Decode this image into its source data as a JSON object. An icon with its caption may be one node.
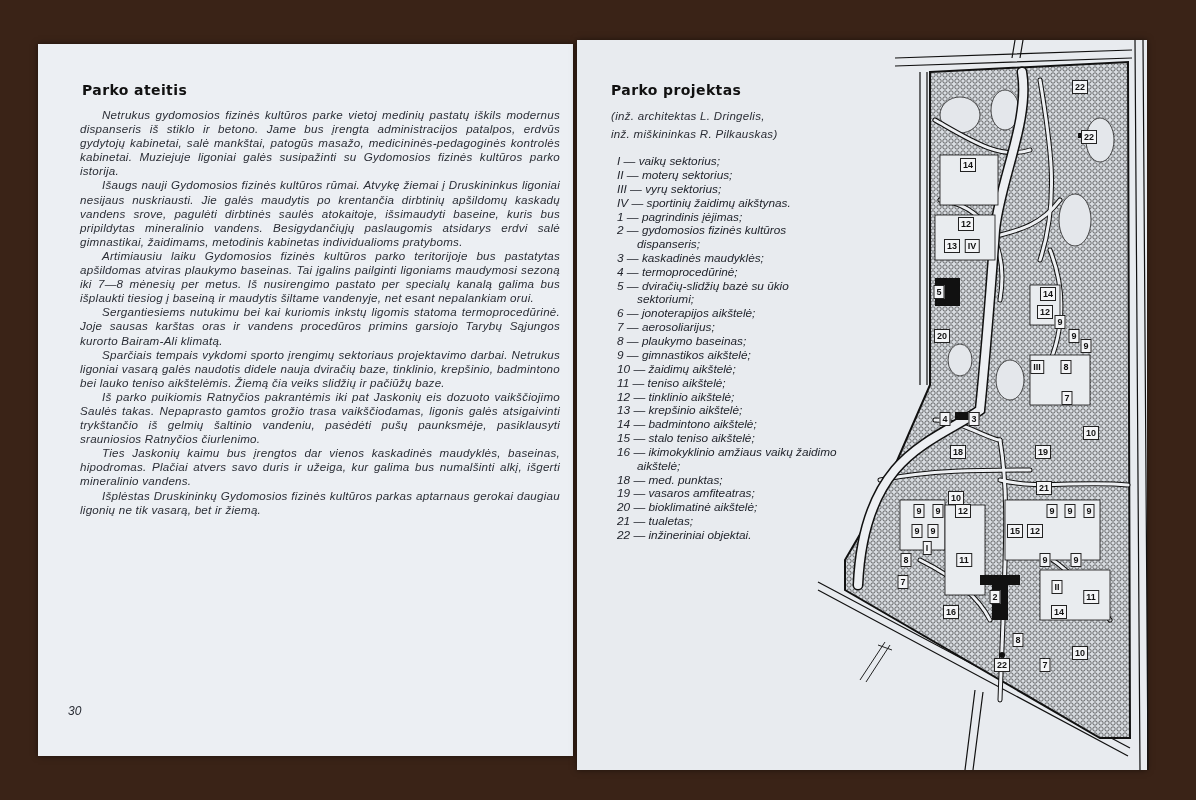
{
  "diagram": {
    "labels": [
      "Parko ateitis",
      "Netrukus gydomosios fizinės kultūros parke vietoj medinių pastatų iškils modernus dispanseris iš stiklo ir betono. Jame bus įrengta administracijos patalpos, erdvūs gydytojų kabinetai, salė mankštai, patogūs masažo, medicininės-pedagoginės kontrolės kabinetai. Muziejuje ligoniai galės susipažinti su Gydomosios fizinės kultūros parko istorija.",
      "Išaugs nauji Gydomosios fizinės kultūros rūmai. Atvykę žiemai į Druskininkus ligoniai nesijaus nuskriausti. Jie galės maudytis po krentančia dirbtinių apšildomų kaskadų vandens srove, pagulėti dirbtinės saulės atokaitoje, išsimaudyti baseine, kuris bus pripildytas mineralinio vandens. Besigydančiųjų paslaugomis atsidarys erdvi salė gimnastikai, žaidimams, metodinis kabinetas individualioms pratyboms.",
      "Artimiausiu laiku Gydomosios fizinės kultūros parko teritorijoje bus pastatytas apšildomas atviras plaukymo baseinas. Tai įgalins pailginti ligoniams maudymosi sezoną iki 7—8 mėnesių per metus. Iš nusirengimo pastato per specialų kanalą galima bus išplaukti tiesiog į baseiną ir maudytis šiltame vandenyje, net esant nepalankiam orui.",
      "Sergantiesiems nutukimu bei kai kuriomis inkstų ligomis statoma termoprocedūrinė. Joje sausas karštas oras ir vandens procedūros primins garsiojo Tarybų Sąjungos kurorto Bairam-Ali klimatą.",
      "Sparčiais tempais vykdomi sporto įrengimų sektoriaus projektavimo darbai. Netrukus ligoniai vasarą galės naudotis didele nauja dviračių baze, tinklinio, krepšinio, badmintono bei lauko teniso aikštelėmis. Žiemą čia veiks slidžių ir pačiūžų baze.",
      "Iš parko puikiomis Ratnyčios pakrantėmis iki pat Jaskonių eis dozuoto vaikščiojimo Saulės takas. Nepaprasto gamtos grožio trasa vaikščiodamas, ligonis galės atsigaivinti trykštančio iš gelmių šaltinio vandeniu, pasėdėti pušų paunksmėje, pasiklausyti srauniosios Ratnyčios čiurlenimo.",
      "Ties Jaskonių kaimu bus įrengtos dar vienos kaskadinės maudyklės, baseinas, hipodromas. Plačiai atvers savo duris ir užeiga, kur galima bus numalšinti alkį, išgerti mineralinio vandens.",
      "Išplėstas Druskininkų Gydomosios fizinės kultūros parkas aptarnaus gerokai daugiau ligonių ne tik vasarą, bet ir žiemą.",
      "30",
      "Parko projektas",
      "(inž. architektas L. Dringelis,",
      "inž. miškininkas R. Pilkauskas)",
      "I — vaikų sektorius;",
      "II — moterų sektorius;",
      "III — vyrų sektorius;",
      "IV — sportinių žaidimų aikštynas.",
      "1 — pagrindinis įėjimas;",
      "2 — gydomosios fizinės kultūros dispanseris;",
      "3 — kaskadinės maudyklės;",
      "4 — termoprocedūrinė;",
      "5 — dviračių-slidžių bazė su ūkio sektoriumi;",
      "6 — jonoterapijos aikštelė;",
      "7 — aerosoliarijus;",
      "8 — plaukymo baseinas;",
      "9 — gimnastikos aikštelė;",
      "10 — žaidimų aikštelė;",
      "11 — teniso aikštelė;",
      "12 — tinklinio aikštelė;",
      "13 — krepšinio aikštelė;",
      "14 — badmintono aikštelė;",
      "15 — stalo teniso aikštelė;",
      "16 — ikimokyklinio amžiaus vaikų žaidimo aikštelė;",
      "18 — med. punktas;",
      "19 — vasaros amfiteatras;",
      "20 — bioklimatinė aikštelė;",
      "21 — tualetas;",
      "22 — inžineriniai objektai.",
      "22",
      "22",
      "14",
      "12",
      "13",
      "IV",
      "5",
      "14",
      "12",
      "9",
      "20",
      "9",
      "9",
      "III",
      "8",
      "7",
      "4",
      "3",
      "10",
      "18",
      "19",
      "21",
      "10",
      "9",
      "9",
      "12",
      "9",
      "9",
      "9",
      "9",
      "9",
      "15",
      "12",
      "I",
      "8",
      "11",
      "9",
      "9",
      "7",
      "II",
      "2",
      "11",
      "16",
      "14",
      "8",
      "10",
      "22",
      "7"
    ]
  }
}
